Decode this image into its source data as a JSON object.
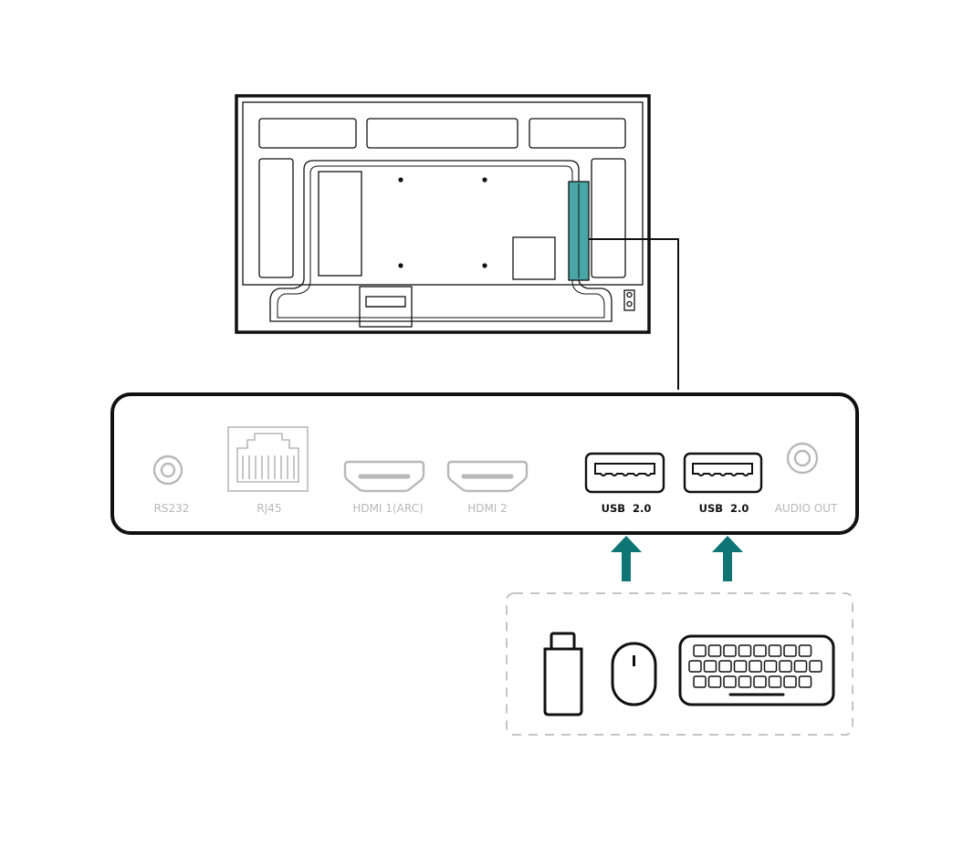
{
  "ports": {
    "rs232": "RS232",
    "rj45": "RJ45",
    "hdmi1": "HDMI 1(ARC)",
    "hdmi2": "HDMI 2",
    "usb_a": "USB  2.0",
    "usb_b": "USB  2.0",
    "audio_out": "AUDIO OUT"
  },
  "colors": {
    "accent": "#0f7474",
    "highlight": "#4aa6a6",
    "outline": "#111111",
    "dimmed": "#b8b8b8",
    "dash": "#bdbdbd"
  },
  "icons": [
    "usb-flash-drive-icon",
    "mouse-icon",
    "keyboard-icon",
    "arrow-up-icon"
  ]
}
